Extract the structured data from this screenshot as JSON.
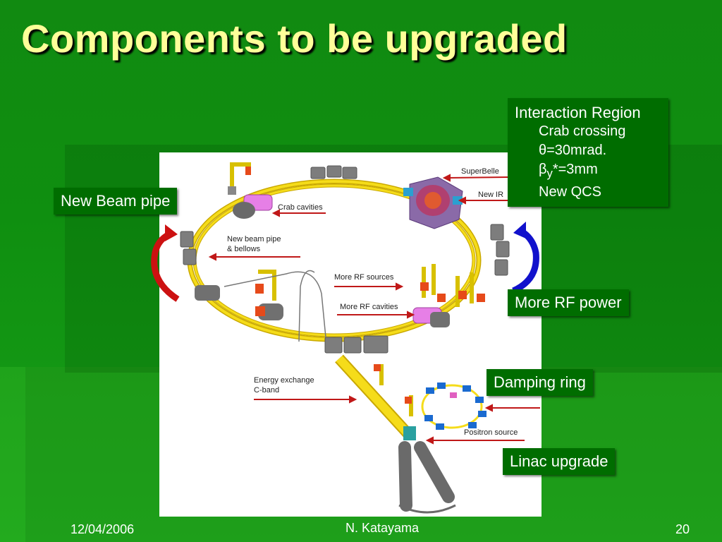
{
  "title": "Components to be upgraded",
  "callouts": {
    "beam_pipe": "New Beam pipe",
    "rf_power": "More RF power",
    "damping_ring": "Damping ring",
    "linac_upgrade": "Linac upgrade",
    "interaction_region": {
      "heading": "Interaction Region",
      "line1": "Crab crossing",
      "line2_symbol": "θ",
      "line2_rest": "=30mrad.",
      "line3_symbol": "β",
      "line3_sub": "y",
      "line3_rest": "*=3mm",
      "line4": "New QCS"
    }
  },
  "diagram_labels": {
    "superbelle": "SuperBelle",
    "new_ir": "New IR",
    "crab_cavities": "Crab cavities",
    "new_beam_pipe_1": "New beam pipe",
    "new_beam_pipe_2": "& bellows",
    "more_rf_sources": "More RF sources",
    "more_rf_cavities": "More RF cavities",
    "energy_exchange_1": "Energy exchange",
    "energy_exchange_2": "C-band",
    "positron_source": "Positron source"
  },
  "footer": {
    "date": "12/04/2006",
    "author": "N. Katayama",
    "page": "20"
  },
  "colors": {
    "background": "#118a11",
    "title": "#ffff99",
    "callout_bg": "#006d00",
    "ring": "#f2d400",
    "arrow_red": "#cc1111",
    "arrow_blue": "#1111cc"
  }
}
